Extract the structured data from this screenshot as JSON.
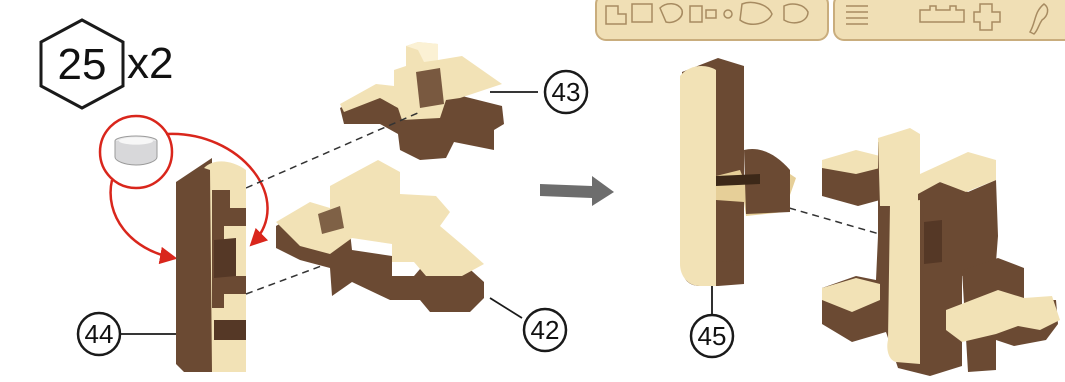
{
  "step": {
    "number": "25",
    "multiplier": "x2"
  },
  "callouts": {
    "part_43": "43",
    "part_42": "42",
    "part_44": "44",
    "part_45": "45"
  },
  "icons": {
    "step_badge": "hexagon-icon",
    "tealight": "tealight-candle-icon",
    "arrow": "right-arrow-icon",
    "sheet_thumbnails": "parts-sheet-icon"
  },
  "colors": {
    "wood_light": "#f2e2b6",
    "wood_mid": "#e6cf98",
    "wood_dark": "#6b4a33",
    "wood_darker": "#553826",
    "red_arrow": "#d9261c",
    "sheet_bg": "#f0dfb5",
    "sheet_border": "#c9ad7d"
  }
}
